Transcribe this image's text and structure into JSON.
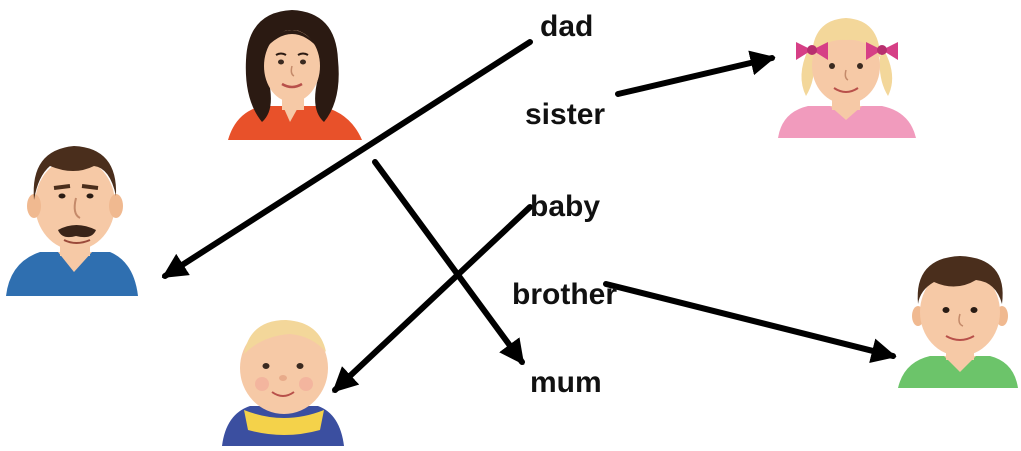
{
  "words": {
    "dad": "dad",
    "sister": "sister",
    "baby": "baby",
    "brother": "brother",
    "mum": "mum"
  },
  "people": [
    {
      "id": "mum-portrait",
      "matched_word": "mum"
    },
    {
      "id": "dad-portrait",
      "matched_word": "dad"
    },
    {
      "id": "baby-portrait",
      "matched_word": "baby"
    },
    {
      "id": "sister-portrait",
      "matched_word": "sister"
    },
    {
      "id": "brother-portrait",
      "matched_word": "brother"
    }
  ],
  "arrows": [
    {
      "from": "dad",
      "to": "dad-portrait"
    },
    {
      "from": "sister",
      "to": "sister-portrait"
    },
    {
      "from": "mum-portrait",
      "to": "mum"
    },
    {
      "from": "baby",
      "to": "baby-portrait"
    },
    {
      "from": "brother",
      "to": "brother-portrait"
    }
  ],
  "colors": {
    "arrow": "#000000",
    "skin": "#f6c9a6",
    "dark_hair": "#2b1a12",
    "brown_hair": "#4a2e1c",
    "blonde_hair": "#f3d79a",
    "mum_top": "#e8512a",
    "dad_shirt": "#2f6fb0",
    "sister_top": "#f19bbd",
    "sister_bows": "#d63f86",
    "brother_shirt": "#6cc46a",
    "baby_suit": "#3b4fa0",
    "baby_collar": "#f4d24a"
  }
}
